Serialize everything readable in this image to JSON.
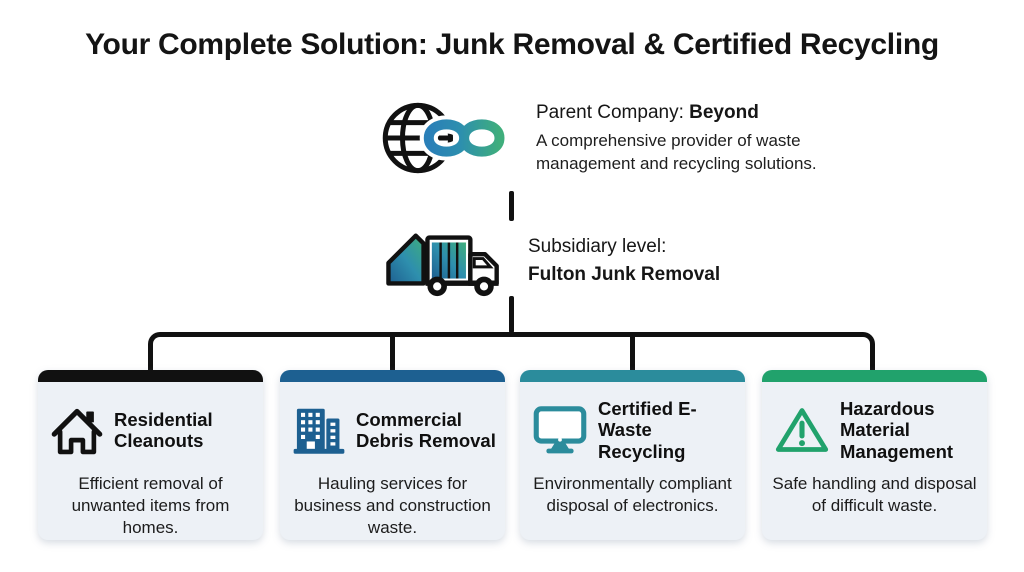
{
  "title": "Your Complete Solution: Junk Removal & Certified Recycling",
  "parent": {
    "label": "Parent Company:",
    "name": "Beyond",
    "description": "A comprehensive provider of waste management and recycling solutions.",
    "icon": "globe-infinity-icon"
  },
  "subsidiary": {
    "label": "Subsidiary level:",
    "name": "Fulton Junk Removal",
    "icon": "garbage-truck-icon"
  },
  "colors": {
    "accent_black": "#111111",
    "accent_blue": "#1d6091",
    "accent_teal": "#2b8c9c",
    "accent_green": "#21a26c",
    "card_background": "#edf1f6",
    "connector_line": "#111111",
    "infinity_blue": "#2a7fb8",
    "infinity_green": "#3fae7c"
  },
  "cards": [
    {
      "title": "Residential Cleanouts",
      "body": "Efficient removal of unwanted items from homes.",
      "icon": "house-icon",
      "accent": "#111111"
    },
    {
      "title": "Commercial Debris Removal",
      "body": "Hauling services for business and construction waste.",
      "icon": "building-icon",
      "accent": "#1d6091"
    },
    {
      "title": "Certified E-Waste Recycling",
      "body": "Environmentally compliant disposal of electronics.",
      "icon": "monitor-icon",
      "accent": "#2b8c9c"
    },
    {
      "title": "Hazardous Material Management",
      "body": "Safe handling and disposal of difficult waste.",
      "icon": "warning-triangle-icon",
      "accent": "#21a26c"
    }
  ]
}
